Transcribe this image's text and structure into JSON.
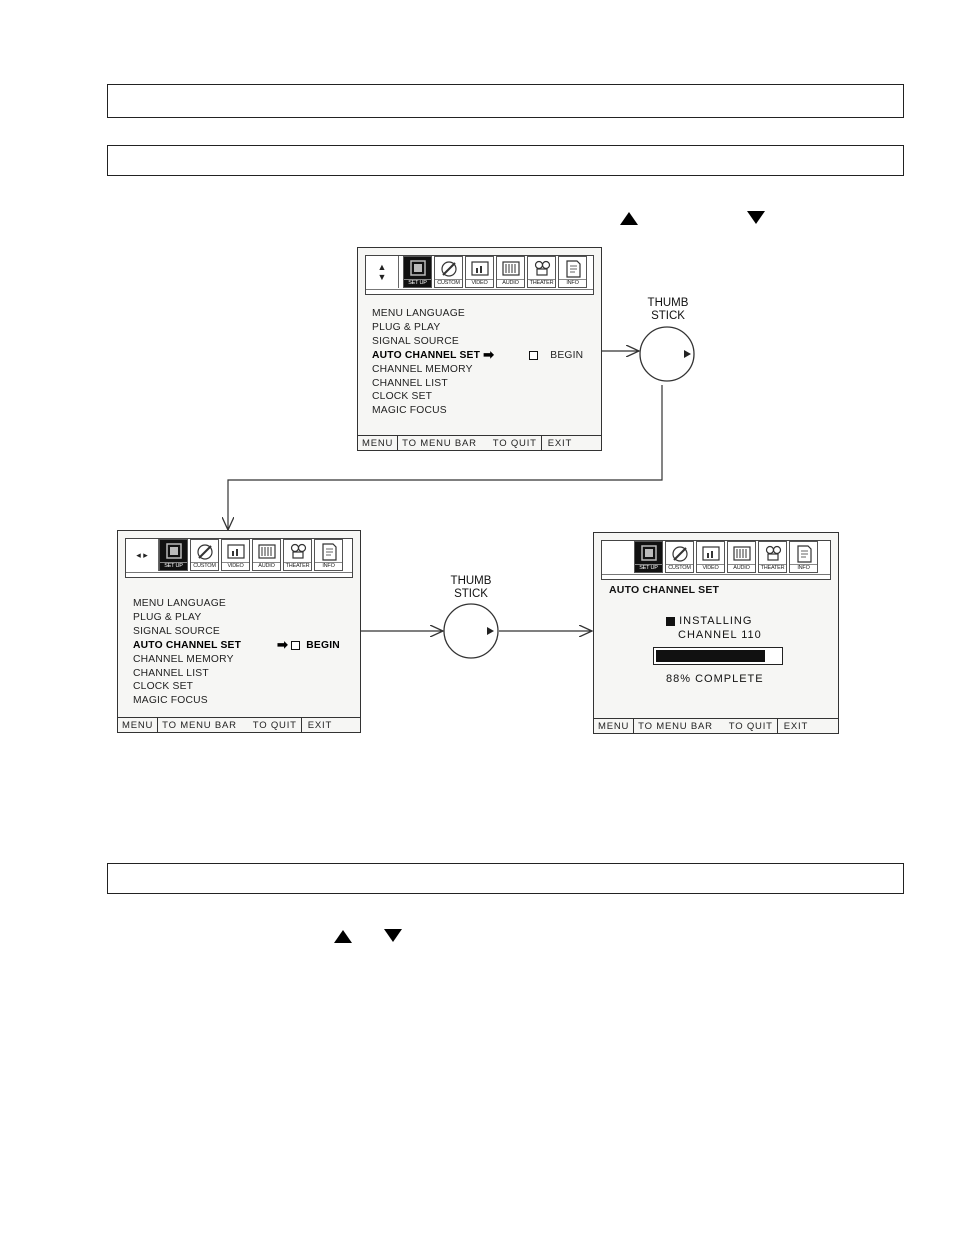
{
  "menu": {
    "icons": [
      "SET UP",
      "CUSTOM",
      "VIDEO",
      "AUDIO",
      "THEATER",
      "INFO"
    ],
    "items": [
      "MENU LANGUAGE",
      "PLUG & PLAY",
      "SIGNAL SOURCE",
      "AUTO CHANNEL SET",
      "CHANNEL MEMORY",
      "CHANNEL LIST",
      "CLOCK SET",
      "MAGIC FOCUS"
    ],
    "begin_label": "BEGIN",
    "bottom": {
      "menu": "MENU",
      "to_menu_bar": "TO MENU BAR",
      "to_quit": "TO QUIT",
      "exit": "EXIT"
    }
  },
  "thumb_stick": {
    "line1": "THUMB",
    "line2": "STICK"
  },
  "progress_screen": {
    "title": "AUTO CHANNEL SET",
    "installing": "INSTALLING",
    "channel": "CHANNEL 110",
    "progress": 0.88,
    "complete": "88% COMPLETE"
  }
}
